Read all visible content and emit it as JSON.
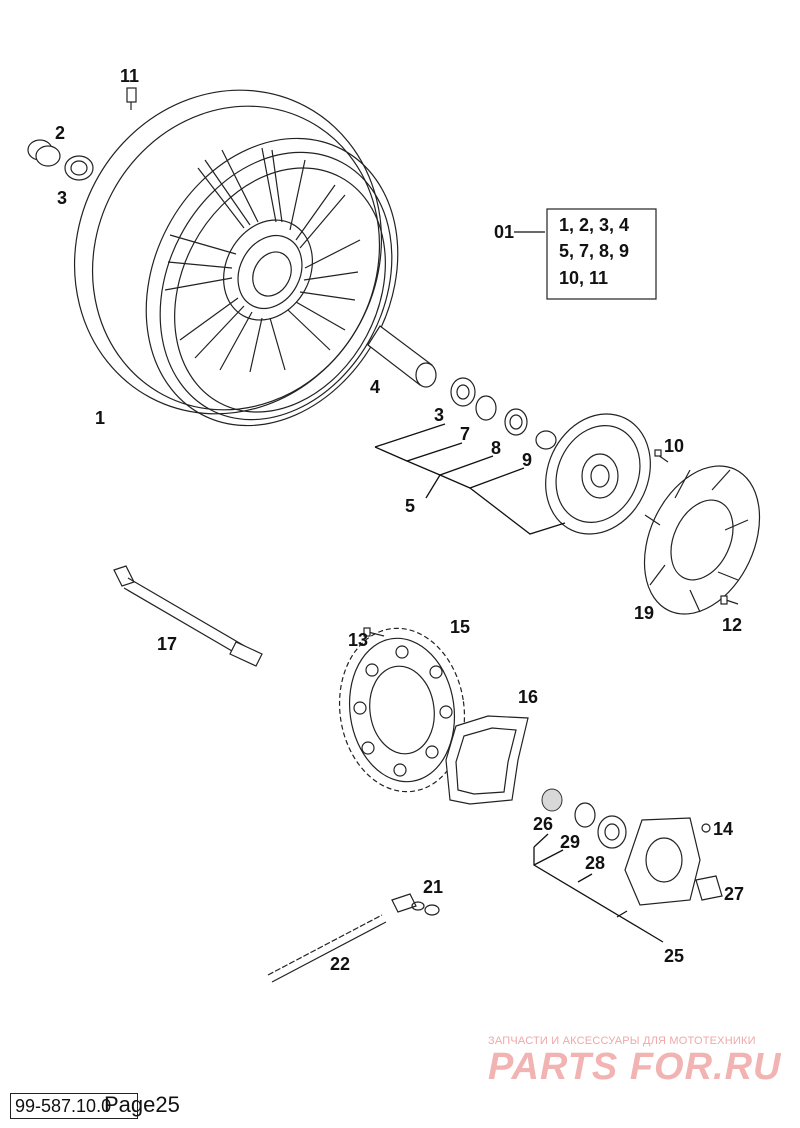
{
  "diagram": {
    "callouts": [
      {
        "id": "c11",
        "text": "11"
      },
      {
        "id": "c2",
        "text": "2"
      },
      {
        "id": "c3a",
        "text": "3"
      },
      {
        "id": "c1",
        "text": "1"
      },
      {
        "id": "c4",
        "text": "4"
      },
      {
        "id": "c3b",
        "text": "3"
      },
      {
        "id": "c7",
        "text": "7"
      },
      {
        "id": "c8",
        "text": "8"
      },
      {
        "id": "c9",
        "text": "9"
      },
      {
        "id": "c5",
        "text": "5"
      },
      {
        "id": "c10",
        "text": "10"
      },
      {
        "id": "c19",
        "text": "19"
      },
      {
        "id": "c12",
        "text": "12"
      },
      {
        "id": "c17",
        "text": "17"
      },
      {
        "id": "c13",
        "text": "13"
      },
      {
        "id": "c15",
        "text": "15"
      },
      {
        "id": "c16",
        "text": "16"
      },
      {
        "id": "c26",
        "text": "26"
      },
      {
        "id": "c29",
        "text": "29"
      },
      {
        "id": "c28",
        "text": "28"
      },
      {
        "id": "c14",
        "text": "14"
      },
      {
        "id": "c27",
        "text": "27"
      },
      {
        "id": "c25",
        "text": "25"
      },
      {
        "id": "c21",
        "text": "21"
      },
      {
        "id": "c22",
        "text": "22"
      }
    ],
    "kit": {
      "label": "01",
      "lines": [
        "1, 2, 3, 4",
        "5, 7, 8, 9",
        "10, 11"
      ]
    }
  },
  "footer": {
    "code": "99-587.10.0",
    "page": "Page25"
  },
  "watermark": {
    "subtitle": "ЗАПЧАСТИ И АКСЕССУАРЫ ДЛЯ МОТОТЕХНИКИ",
    "brand": "PARTS FOR.RU"
  }
}
